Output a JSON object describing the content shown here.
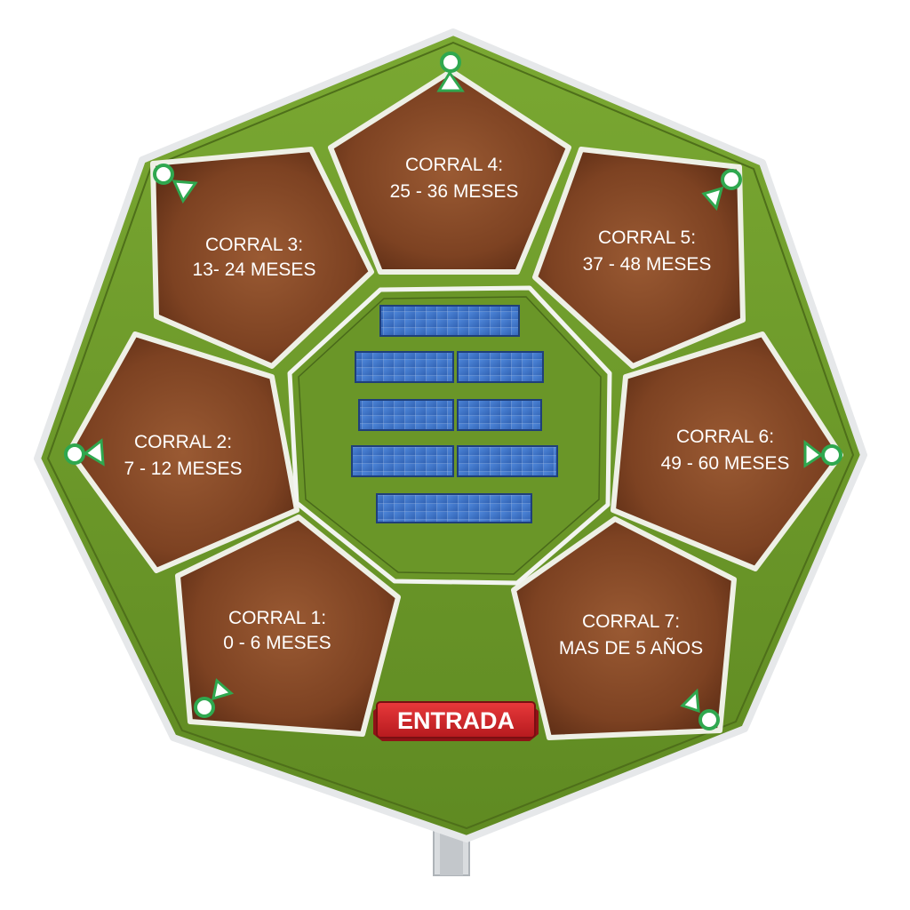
{
  "entrance": {
    "label": "ENTRADA"
  },
  "corrals": [
    {
      "name": "CORRAL 1:",
      "range": "0 - 6 MESES"
    },
    {
      "name": "CORRAL 2:",
      "range": "7 - 12 MESES"
    },
    {
      "name": "CORRAL 3:",
      "range": "13- 24 MESES"
    },
    {
      "name": "CORRAL 4:",
      "range": "25 - 36 MESES"
    },
    {
      "name": "CORRAL 5:",
      "range": "37 - 48 MESES"
    },
    {
      "name": "CORRAL 6:",
      "range": "49 - 60 MESES"
    },
    {
      "name": "CORRAL 7:",
      "range": "MAS DE 5 AÑOS"
    }
  ],
  "solar_panel_rows": 5,
  "camera_count": 7,
  "colors": {
    "grass": "#6f9b2a",
    "grass_dark": "#557a1c",
    "soil": "#8a4a27",
    "soil_dark": "#6b341a",
    "panel": "#3a6fc4",
    "sign": "#d8262a",
    "camera": "#2fa84f"
  }
}
